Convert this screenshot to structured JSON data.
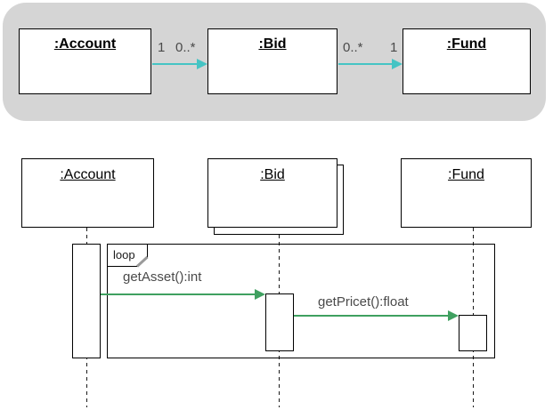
{
  "colors": {
    "panel_bg": "#d5d5d5",
    "association_arrow": "#45c4c4",
    "message_arrow": "#3fa060",
    "label_text": "#4a4a4a"
  },
  "class_diagram": {
    "objects": [
      {
        "label": ":Account"
      },
      {
        "label": ":Bid"
      },
      {
        "label": ":Fund"
      }
    ],
    "associations": [
      {
        "from": ":Account",
        "to": ":Bid",
        "source_multiplicity": "1",
        "target_multiplicity": "0..*"
      },
      {
        "from": ":Bid",
        "to": ":Fund",
        "source_multiplicity": "0..*",
        "target_multiplicity": "1"
      }
    ]
  },
  "sequence_diagram": {
    "lifelines": [
      {
        "label": ":Account"
      },
      {
        "label": ":Bid",
        "multi_instance": true
      },
      {
        "label": ":Fund"
      }
    ],
    "fragment": {
      "operator": "loop"
    },
    "messages": [
      {
        "label": "getAsset():int",
        "from": ":Account",
        "to": ":Bid"
      },
      {
        "label": "getPricet():float",
        "from": ":Bid",
        "to": ":Fund"
      }
    ]
  }
}
